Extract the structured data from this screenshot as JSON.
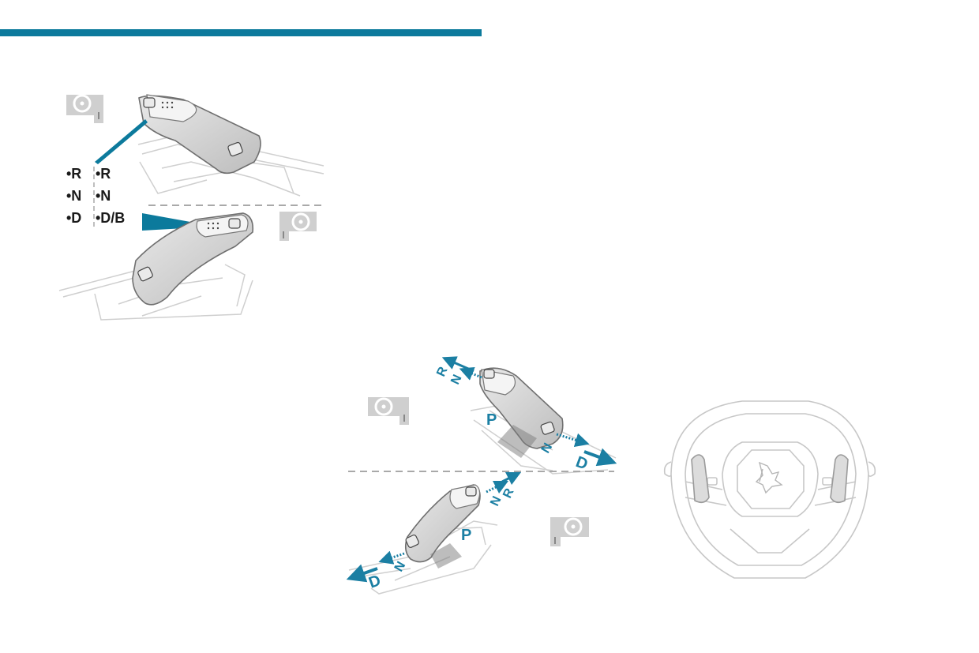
{
  "colors": {
    "accent": "#0c7a9c",
    "arrow": "#1b7fa3",
    "outline": "#cfcfcf",
    "grey": "#b8b8b8",
    "dash": "#a9a9a9"
  },
  "icons": {
    "lhd_vehicle": "steering-wheel-left-icon",
    "rhd_vehicle": "steering-wheel-right-icon",
    "brand": "peugeot-lion-logo"
  },
  "legend": {
    "col_left": [
      "•R",
      "•N",
      "•D"
    ],
    "col_right": [
      "•R",
      "•N",
      "•D/B"
    ]
  },
  "gear_positions": {
    "upper_lever": {
      "r": "R",
      "n": "N",
      "p": "P",
      "n_after": "N",
      "d": "D"
    },
    "lower_lever": {
      "r": "R",
      "n": "N",
      "p": "P",
      "n_after": "N",
      "d": "D"
    }
  }
}
